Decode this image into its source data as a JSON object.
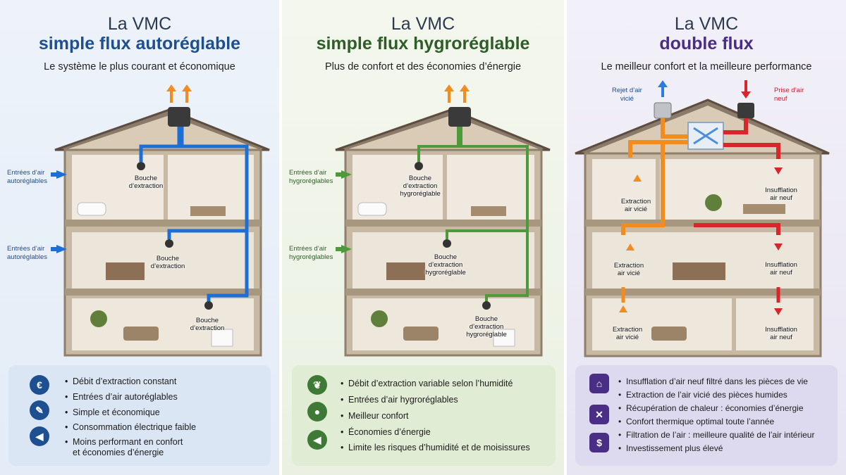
{
  "panels": [
    {
      "title_line1": "La VMC",
      "title_line2": "simple flux autoréglable",
      "title_color": "#1d4f91",
      "subtitle": "Le système le plus courant et économique",
      "side_labels": [
        "Entrées d’air\nautoréglables",
        "Entrées d’air\nautoréglables"
      ],
      "extract_labels": [
        "Bouche\nd’extraction",
        "Bouche\nd’extraction",
        "Bouche\nd’extraction"
      ],
      "bullets": [
        "Débit d’extraction constant",
        "Entrées d’air autoréglables",
        "Simple et économique",
        "Consommation électrique faible",
        "Moins performant en confort\net économies d’énergie"
      ],
      "icons": [
        "euro-icon",
        "wrench-icon",
        "speaker-icon"
      ],
      "accent": "#1d6fd6"
    },
    {
      "title_line1": "La VMC",
      "title_line2": "simple flux hygroréglable",
      "title_color": "#2e5e27",
      "subtitle": "Plus de confort et des économies d’énergie",
      "side_labels": [
        "Entrées d’air\nhygroréglables",
        "Entrées d’air\nhygroréglables"
      ],
      "extract_labels": [
        "Bouche\nd’extraction\nhygroréglable",
        "Bouche\nd’extraction\nhygroréglable",
        "Bouche\nd’extraction\nhygroréglable"
      ],
      "bullets": [
        "Débit d’extraction variable selon l’humidité",
        "Entrées d’air hygroréglables",
        "Meilleur confort",
        "Économies d’énergie",
        "Limite les risques d’humidité et de moisissures"
      ],
      "icons": [
        "leaf-icon",
        "droplet-icon",
        "speaker-icon"
      ],
      "accent": "#4e9a3a"
    },
    {
      "title_line1": "La VMC",
      "title_line2": "double flux",
      "title_color": "#4a2e85",
      "subtitle": "Le meilleur confort et la meilleure performance",
      "top_left_label": "Rejet d’air\nvicié",
      "top_right_label": "Prise d’air\nneuf",
      "extract_labels": [
        "Extraction\nair vicié",
        "Extraction\nair vicié",
        "Extraction\nair vicié"
      ],
      "insufflation_labels": [
        "Insufflation\nair neuf",
        "Insufflation\nair neuf",
        "Insufflation\nair neuf"
      ],
      "bullets": [
        "Insufflation d’air neuf filtré dans les pièces de vie",
        "Extraction de l’air vicié des pièces humides",
        "Récupération de chaleur : économies d’énergie",
        "Confort thermique optimal toute l’année",
        "Filtration de l’air : meilleure qualité de l’air intérieur",
        "Investissement plus élevé"
      ],
      "icons": [
        "house-icon",
        "heat-exchange-icon",
        "piggy-bank-icon"
      ],
      "accent_cold": "#f28c1f",
      "accent_hot": "#d8262b"
    }
  ]
}
